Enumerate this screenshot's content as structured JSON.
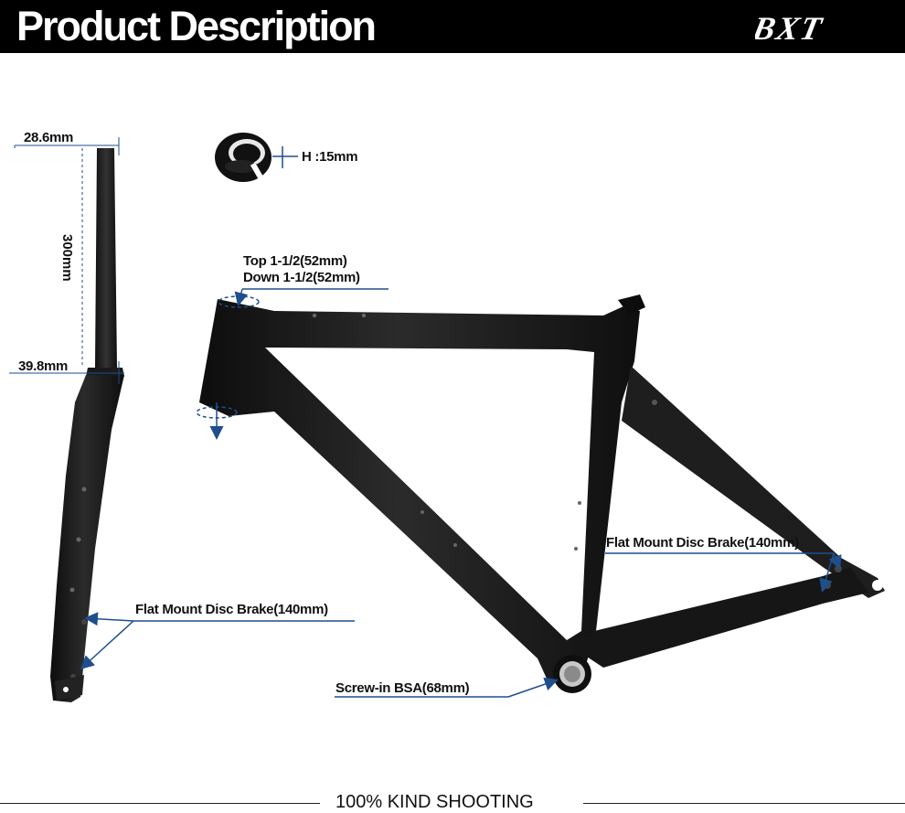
{
  "header": {
    "title": "Product Description",
    "brand": "BXT"
  },
  "fork": {
    "steerer_top_diameter": "28.6mm",
    "steerer_length": "300mm",
    "steerer_bottom_diameter": "39.8mm",
    "brake_mount": "Flat Mount Disc Brake(140mm)"
  },
  "headset_cap": {
    "height": "H :15mm"
  },
  "frame": {
    "headtube_top": "Top 1-1/2(52mm)",
    "headtube_down": "Down 1-1/2(52mm)",
    "rear_brake_mount": "Flat Mount Disc Brake(140mm)",
    "bottom_bracket": "Screw-in BSA(68mm)"
  },
  "footer": {
    "caption": "100% KIND SHOOTING"
  },
  "colors": {
    "header_bg": "#000000",
    "carbon": "#1c1c1c",
    "callout_line": "#1f4e8c",
    "text": "#111111"
  }
}
